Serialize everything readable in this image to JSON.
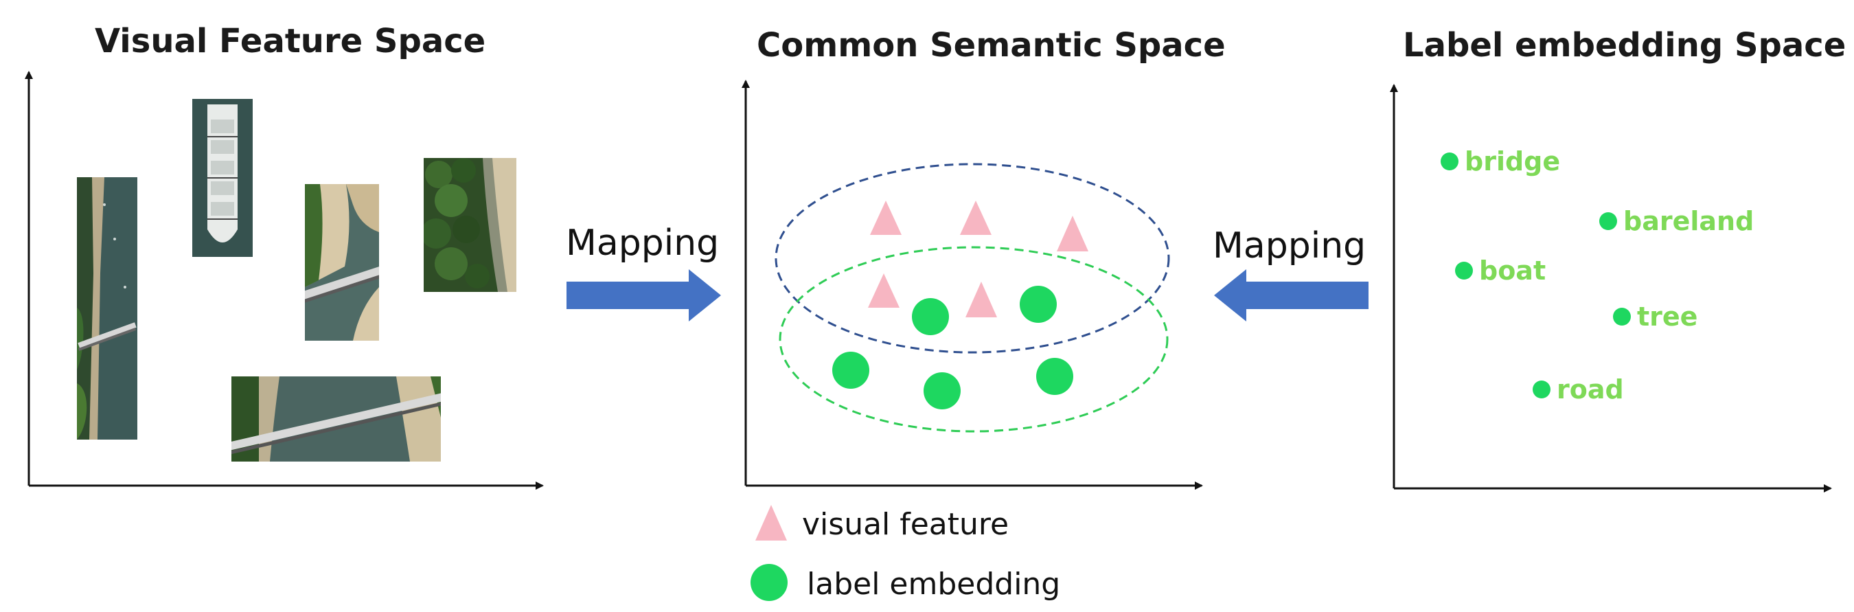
{
  "panels": {
    "visual": {
      "title": "Visual Feature Space"
    },
    "common": {
      "title": "Common Semantic Space"
    },
    "label": {
      "title": "Label embedding Space"
    }
  },
  "arrows": {
    "left": {
      "label": "Mapping"
    },
    "right": {
      "label": "Mapping"
    }
  },
  "label_space": {
    "nodes": [
      {
        "text": "bridge"
      },
      {
        "text": "bareland"
      },
      {
        "text": "boat"
      },
      {
        "text": "tree"
      },
      {
        "text": "road"
      }
    ]
  },
  "legend": {
    "visual_feature": "visual feature",
    "label_embedding": "label embedding"
  },
  "colors": {
    "visual_feature": "#f7b6c2",
    "label_embedding": "#1ed760",
    "label_text": "#7ed957",
    "arrow": "#4472c4",
    "visual_cluster": "#2f4f8f",
    "label_cluster": "#2ecc55"
  }
}
